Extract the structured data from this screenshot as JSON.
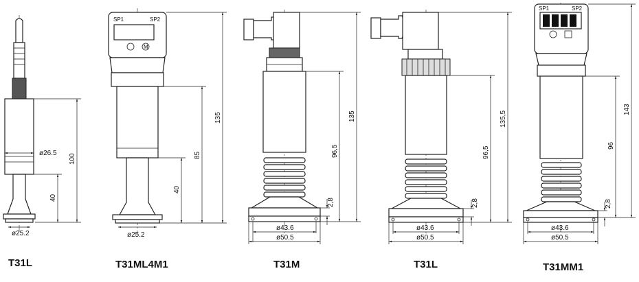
{
  "models": [
    {
      "name": "T31L",
      "dims": [
        "ø26.5",
        "ø25.2",
        "100",
        "40"
      ]
    },
    {
      "name": "T31ML4M1",
      "dims": [
        "SP1",
        "SP2",
        "M",
        "135",
        "85",
        "40",
        "ø25.2"
      ]
    },
    {
      "name": "T31M",
      "dims": [
        "135",
        "96,5",
        "2,8",
        "ø43.6",
        "ø50.5"
      ]
    },
    {
      "name": "T31L",
      "dims": [
        "135,5",
        "96,5",
        "2,8",
        "ø43.6",
        "ø50.5"
      ]
    },
    {
      "name": "T31MM1",
      "dims": [
        "SP1",
        "SP2",
        "143",
        "96",
        "2,8",
        "ø43.6",
        "ø50.5"
      ]
    }
  ]
}
